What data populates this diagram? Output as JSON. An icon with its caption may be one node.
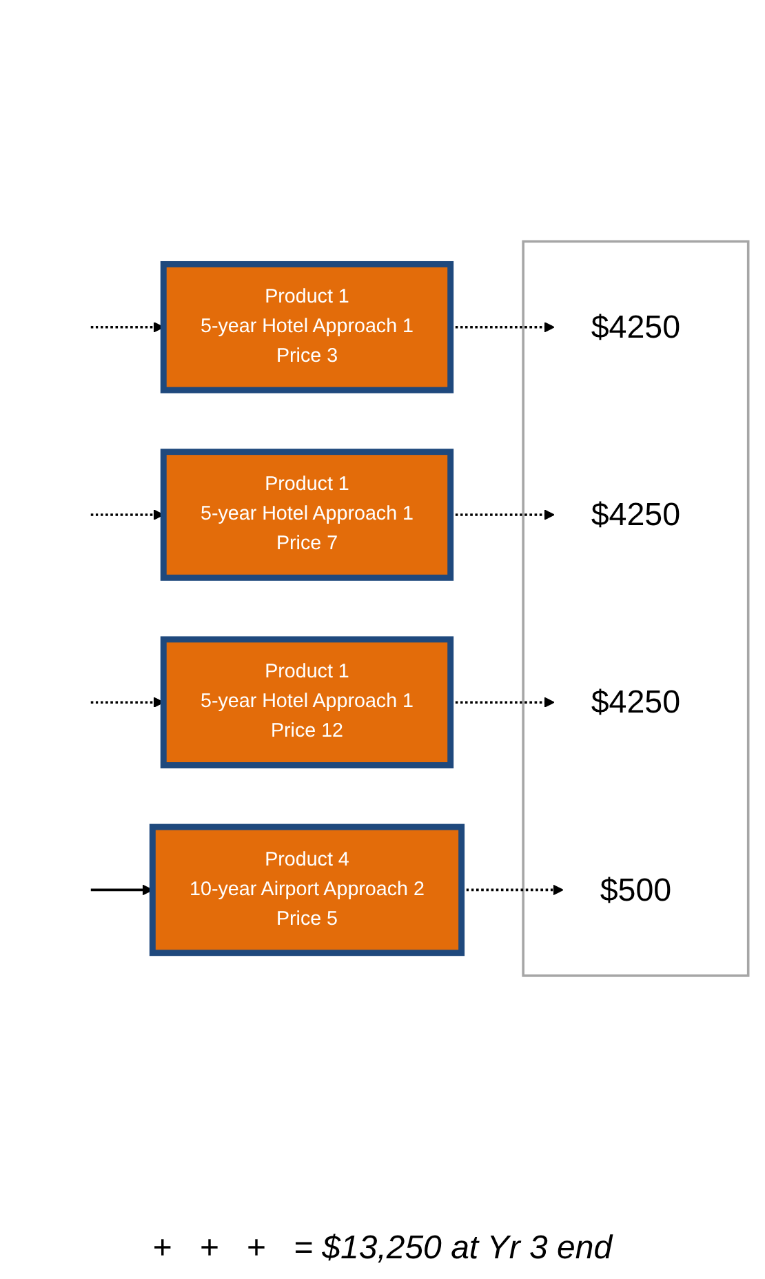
{
  "diagram": {
    "nodes": [
      {
        "text": [
          "Product 1",
          "5-year Hotel Approach 1",
          "Price 3"
        ]
      },
      {
        "text": [
          "Product 1",
          "5-year Hotel Approach 1",
          "Price 7"
        ]
      },
      {
        "text": [
          "Product 1",
          "5-year Hotel Approach 1",
          "Price 12"
        ]
      },
      {
        "text": [
          "Product 4",
          "10-year Airport Approach 2",
          "Price 5"
        ]
      },
      {
        "text": [],
        "shape": "box"
      },
      {
        "text": [
          "$4250"
        ],
        "in": 4
      },
      {
        "text": [
          "$4250"
        ],
        "in": 4
      },
      {
        "text": [
          "$4250"
        ],
        "in": 4
      },
      {
        "text": [
          "$500"
        ],
        "in": 4
      }
    ],
    "edges": [
      {
        "from": null,
        "to": 0,
        "arrow": "to",
        "style": "dashed"
      },
      {
        "from": null,
        "to": 1,
        "arrow": "to",
        "style": "dashed"
      },
      {
        "from": null,
        "to": 2,
        "arrow": "to",
        "style": "dashed"
      },
      {
        "from": null,
        "to": 3,
        "arrow": "to"
      },
      {
        "from": 0,
        "to": 5,
        "arrow": "to",
        "style": "dashed"
      },
      {
        "from": 1,
        "to": 6,
        "arrow": "to",
        "style": "dashed"
      },
      {
        "from": 2,
        "to": 7,
        "arrow": "to",
        "style": "dashed"
      },
      {
        "from": 3,
        "to": 8,
        "arrow": "to",
        "style": "dashed"
      }
    ],
    "labels": [
      "+",
      "+",
      "+",
      "= $13,250 at Yr 3 end"
    ]
  }
}
